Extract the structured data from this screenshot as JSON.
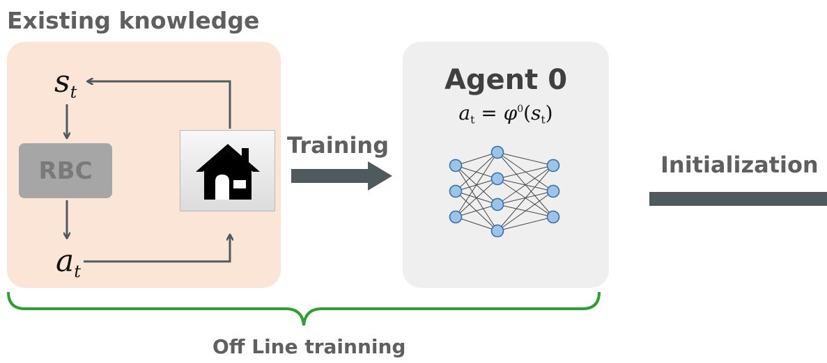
{
  "existing_knowledge": {
    "title": "Existing knowledge",
    "state_symbol": "s",
    "state_subscript": "t",
    "controller_label": "RBC",
    "action_symbol": "a",
    "action_subscript": "t",
    "environment_icon": "house-icon"
  },
  "training_label": "Training",
  "agent": {
    "title": "Agent 0",
    "policy": {
      "lhs": "a",
      "lhs_sub": "t",
      "equals": "=",
      "fn": "φ",
      "fn_sup": "0",
      "open": "(",
      "arg": "s",
      "arg_sub": "t",
      "close": ")"
    },
    "network_icon": "neural-network-icon"
  },
  "initialization_label": "Initialization",
  "offline_label": "Off Line trainning",
  "colors": {
    "existing_panel": "#fbe5d6",
    "agent_panel": "#efefef",
    "rbc_box": "#a6a6a6",
    "arrow": "#4f5a5f",
    "brace": "#2ca02c",
    "neuron_fill": "#9dc3e6",
    "neuron_stroke": "#2f6fb3"
  }
}
